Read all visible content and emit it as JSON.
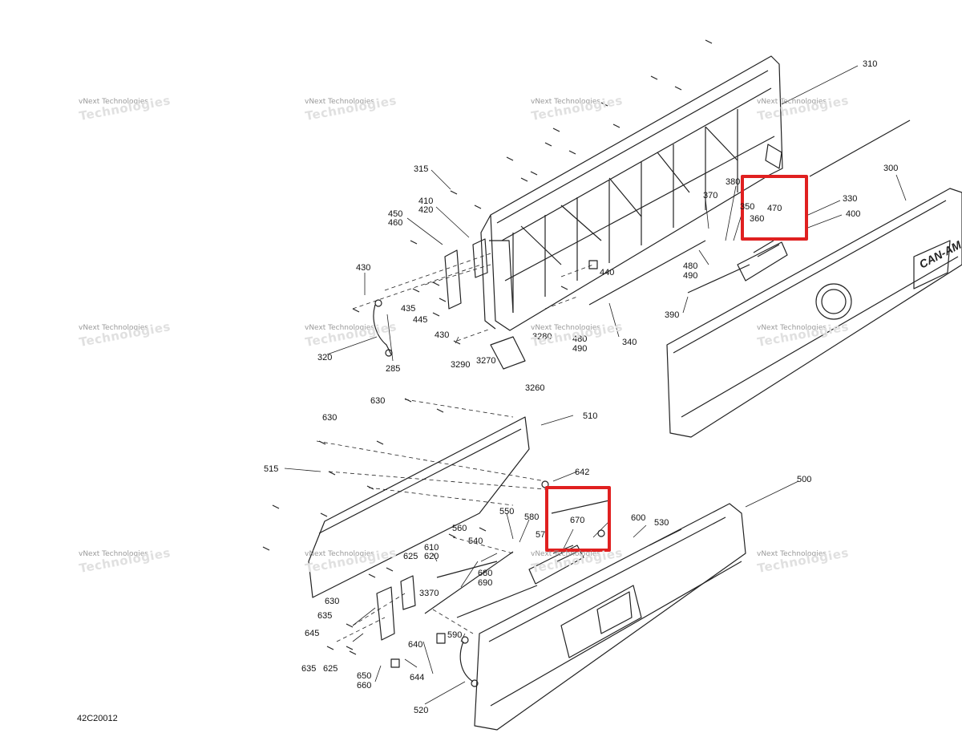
{
  "diagram_code": "42C20012",
  "watermark_line1": "vNext Technologies",
  "watermark_line2": "Technologies",
  "brand_mark": "CAN-AM",
  "highlight_color": "#e02020",
  "labels": {
    "l310": "310",
    "l300": "300",
    "l315": "315",
    "l410": "410",
    "l420": "420",
    "l450": "450",
    "l460": "460",
    "l430a": "430",
    "l430b": "430",
    "l435": "435",
    "l445": "445",
    "l440": "440",
    "l320": "320",
    "l285": "285",
    "l3290": "3290",
    "l3270": "3270",
    "l3280": "3280",
    "l3260": "3260",
    "l370": "370",
    "l380": "380",
    "l350": "350",
    "l360": "360",
    "l470": "470",
    "l330": "330",
    "l400": "400",
    "l480a": "480",
    "l490a": "490",
    "l480b": "480",
    "l490b": "490",
    "l390": "390",
    "l340": "340",
    "l630a": "630",
    "l630b": "630",
    "l630c": "630",
    "l510": "510",
    "l515": "515",
    "l642": "642",
    "l500": "500",
    "l550": "550",
    "l580": "580",
    "l57": "57",
    "l670": "670",
    "l600": "600",
    "l530": "530",
    "l560": "560",
    "l610": "610",
    "l620": "620",
    "l625a": "625",
    "l625b": "625",
    "l540": "540",
    "l680": "680",
    "l690": "690",
    "l3370": "3370",
    "l635a": "635",
    "l635b": "635",
    "l645": "645",
    "l640": "640",
    "l590": "590",
    "l650": "650",
    "l660": "660",
    "l644": "644",
    "l520": "520"
  }
}
